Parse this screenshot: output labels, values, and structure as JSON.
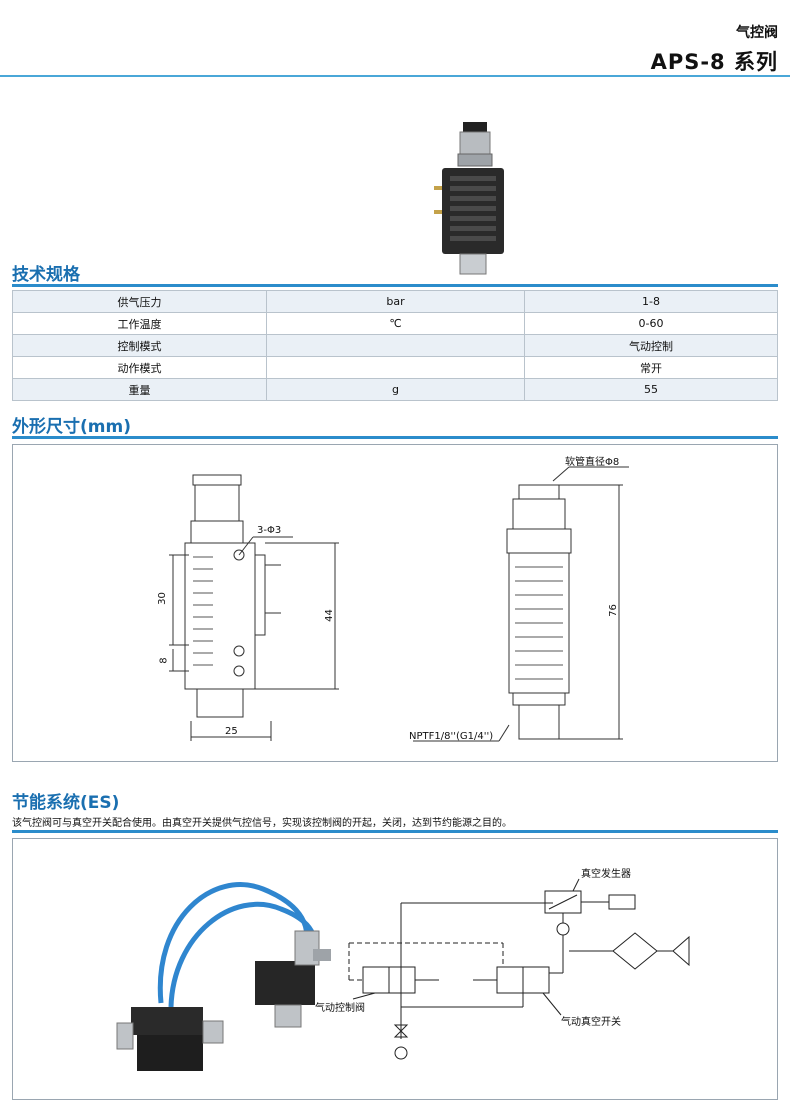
{
  "header": {
    "subtitle": "气控阀",
    "title": "APS-8 系列"
  },
  "sections": {
    "spec": "技术规格",
    "dims": "外形尺寸(mm)",
    "es": "节能系统(ES)"
  },
  "spec_rows": [
    [
      "供气压力",
      "bar",
      "1-8"
    ],
    [
      "工作温度",
      "℃",
      "0-60"
    ],
    [
      "控制模式",
      "",
      "气动控制"
    ],
    [
      "动作模式",
      "",
      "常开"
    ],
    [
      "重量",
      "g",
      "55"
    ]
  ],
  "dims": {
    "d_holes": "3-Φ3",
    "d_30": "30",
    "d_8": "8",
    "d_44": "44",
    "d_25": "25",
    "d_tube": "软管直径Φ8",
    "d_76": "76",
    "d_thread": "NPTF1/8''(G1/4'')"
  },
  "es": {
    "description": "该气控阀可与真空开关配合使用。由真空开关提供气控信号，实现该控制阀的开起，关闭，达到节约能源之目的。",
    "label_vacuum_generator": "真空发生器",
    "label_control_valve": "气动控制阀",
    "label_vacuum_switch": "气动真空开关"
  },
  "colors": {
    "accent": "#2b8ccb",
    "section_title": "#1a6fb0",
    "row_shade": "#eaf0f6",
    "tube_blue": "#2f86cf"
  }
}
